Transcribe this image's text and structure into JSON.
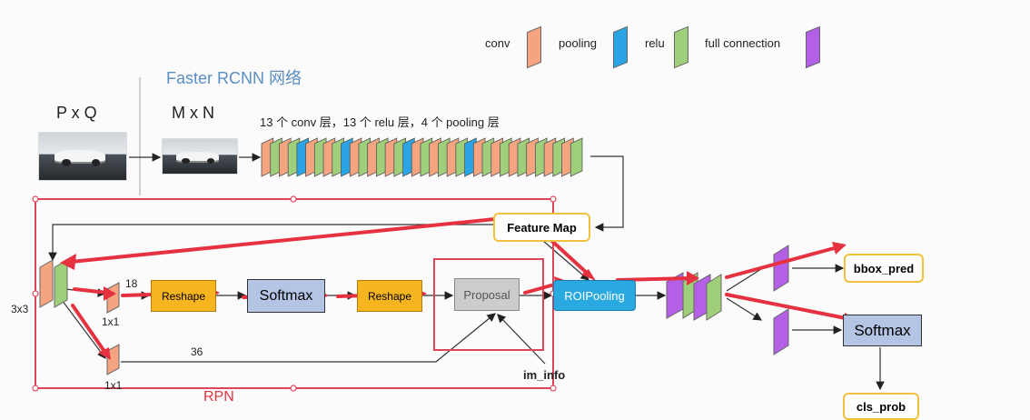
{
  "legend": {
    "conv": "conv",
    "pooling": "pooling",
    "relu": "relu",
    "full_connection": "full connection"
  },
  "colors": {
    "conv": "#f4a580",
    "pooling": "#2aa4e4",
    "relu": "#9fcf7a",
    "full_connection": "#b460e6",
    "red_arrow": "#e63240",
    "rpn_frame": "#e0445a",
    "feature_map_border": "#f0c23c",
    "reshape_fill": "#f6b41e",
    "softmax_fill": "#b4c4e4",
    "proposal_fill": "#cccccc",
    "roipooling_fill": "#29a9e0"
  },
  "section_title": "Faster RCNN 网络",
  "input_label": "P x Q",
  "resized_label": "M x N",
  "backbone_caption": "13 个 conv 层，13 个 relu 层，4 个 pooling 层",
  "backbone_sequence": [
    "conv",
    "relu",
    "conv",
    "relu",
    "pooling",
    "conv",
    "relu",
    "conv",
    "relu",
    "pooling",
    "conv",
    "relu",
    "conv",
    "relu",
    "conv",
    "relu",
    "pooling",
    "conv",
    "relu",
    "conv",
    "relu",
    "conv",
    "relu",
    "pooling",
    "conv",
    "relu",
    "conv",
    "relu",
    "conv",
    "relu",
    "conv",
    "relu",
    "conv",
    "relu",
    "conv",
    "relu"
  ],
  "rpn": {
    "label": "RPN",
    "conv3x3_label": "3x3",
    "conv1x1_top_label": "1x1",
    "conv1x1_bottom_label": "1x1",
    "channels_top": "18",
    "channels_bottom": "36",
    "reshape1": "Reshape",
    "softmax": "Softmax",
    "reshape2": "Reshape",
    "proposal": "Proposal",
    "im_info": "im_info"
  },
  "feature_map": "Feature Map",
  "roi_pooling": "ROIPooling",
  "outputs": {
    "bbox_pred": "bbox_pred",
    "softmax": "Softmax",
    "cls_prob": "cls_prob"
  }
}
